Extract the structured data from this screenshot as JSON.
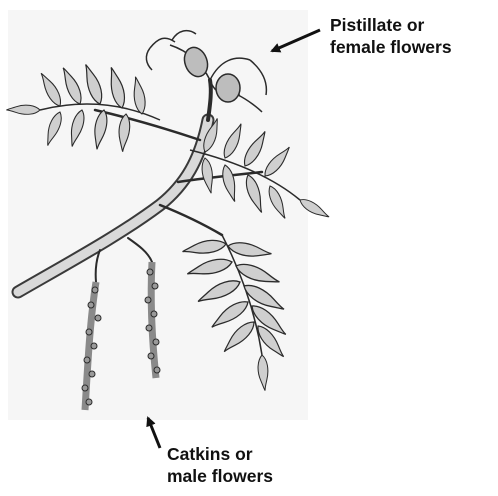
{
  "labels": {
    "pistillate": {
      "line1": "Pistillate or",
      "line2": "female flowers"
    },
    "catkins": {
      "line1": "Catkins or",
      "line2": "male flowers"
    }
  },
  "colors": {
    "ink": "#2b2b2b",
    "paper_wash": "#e4e4e4",
    "leaf_fill": "#c8c8c8",
    "label_text": "#111111"
  }
}
